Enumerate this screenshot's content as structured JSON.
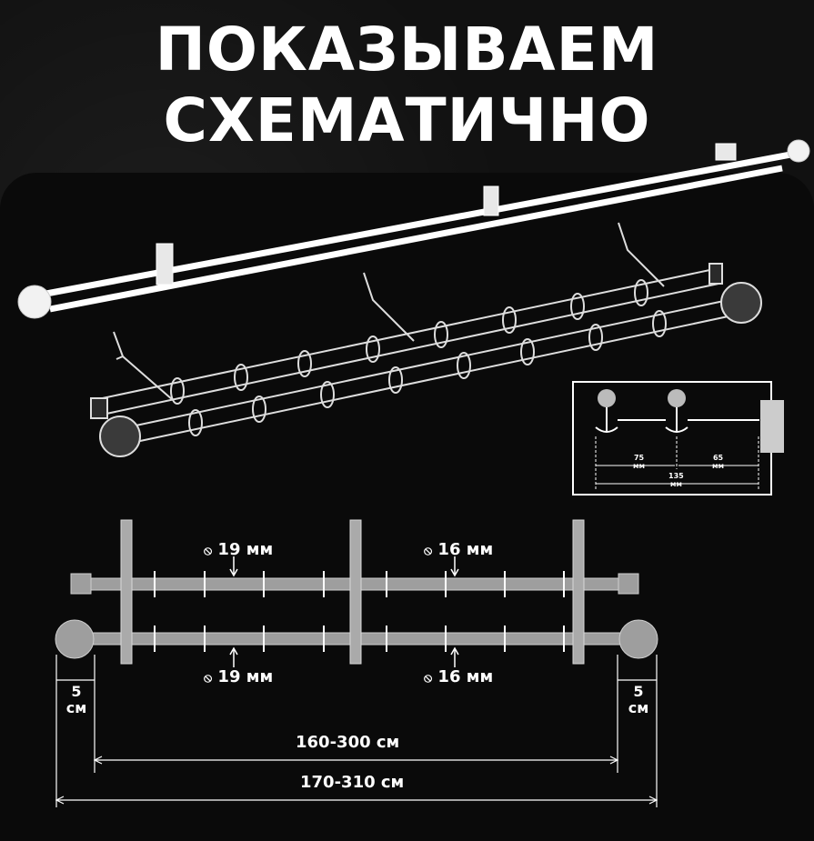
{
  "title": {
    "line1": "ПОКАЗЫВАЕМ",
    "line2": "СХЕМАТИЧНО"
  },
  "inset": {
    "dim1_value": "75",
    "dim1_unit": "мм",
    "dim2_value": "65",
    "dim2_unit": "мм",
    "dim3_value": "135",
    "dim3_unit": "мм"
  },
  "schematic": {
    "top_left_diameter": "19 мм",
    "top_right_diameter": "16 мм",
    "bottom_left_diameter": "19 мм",
    "bottom_right_diameter": "16 мм",
    "left_overhang_value": "5",
    "left_overhang_unit": "см",
    "right_overhang_value": "5",
    "right_overhang_unit": "см",
    "inner_length": "160-300 см",
    "total_length": "170-310 см"
  },
  "diameter_symbol": "⦸",
  "colors": {
    "background": "#0c0c0c",
    "rod_fill": "#bdbdbd",
    "line": "#ffffff"
  }
}
